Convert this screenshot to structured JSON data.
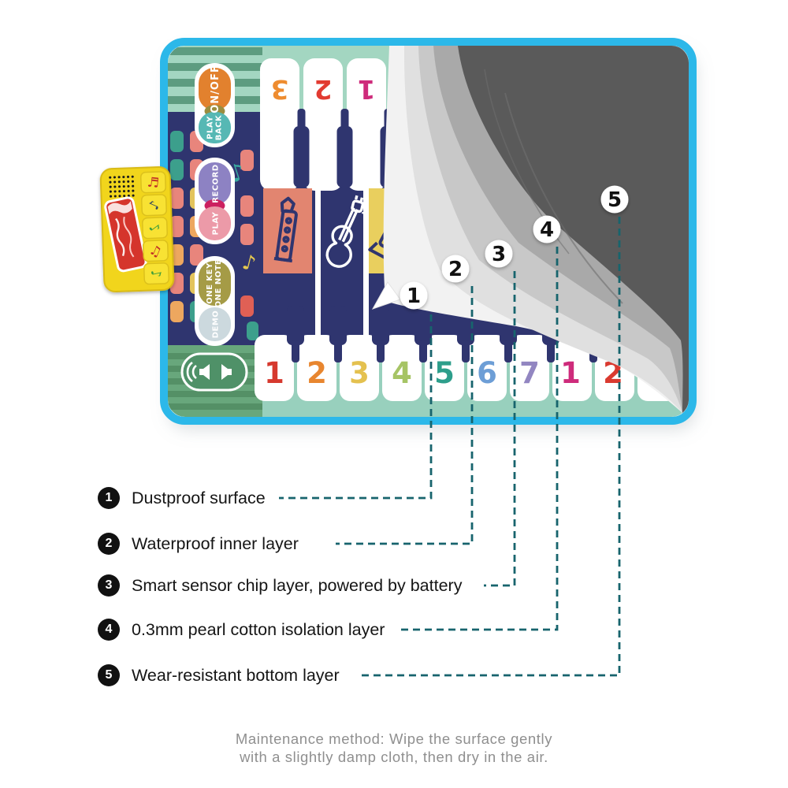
{
  "mat": {
    "controls": {
      "on_off": "ON/OFF",
      "play_back": [
        "PLAY",
        "BACK"
      ],
      "play_record": [
        "RECORD",
        "PLAY"
      ],
      "one_key_one_note": [
        "ONE KEY",
        "ONE NOTE"
      ],
      "demo": "DEMO"
    },
    "top_keys": [
      {
        "label": "3",
        "color": "#ee8c2f"
      },
      {
        "label": "2",
        "color": "#e23b31"
      },
      {
        "label": "1",
        "color": "#ce2b7b"
      }
    ],
    "bottom_keys": [
      {
        "label": "1",
        "color": "#d6392e"
      },
      {
        "label": "2",
        "color": "#e8862f"
      },
      {
        "label": "3",
        "color": "#e4c14f"
      },
      {
        "label": "4",
        "color": "#a6c465"
      },
      {
        "label": "5",
        "color": "#2d9e8b"
      },
      {
        "label": "6",
        "color": "#6d9ed6"
      },
      {
        "label": "7",
        "color": "#9286c1"
      },
      {
        "label": "1",
        "color": "#ce2b7b"
      },
      {
        "label": "2",
        "color": "#da3a30"
      }
    ]
  },
  "callouts": {
    "numbers": [
      "1",
      "2",
      "3",
      "4",
      "5"
    ]
  },
  "legend": {
    "items": [
      {
        "num": "1",
        "label": "Dustproof surface"
      },
      {
        "num": "2",
        "label": "Waterproof inner layer"
      },
      {
        "num": "3",
        "label": "Smart sensor chip layer, powered by battery"
      },
      {
        "num": "4",
        "label": "0.3mm pearl cotton isolation layer"
      },
      {
        "num": "5",
        "label": "Wear-resistant bottom layer"
      }
    ]
  },
  "maintenance": {
    "line1": "Maintenance method: Wipe the surface gently",
    "line2": "with a slightly damp cloth, then dry in the air."
  },
  "icons": {
    "note": "♪",
    "beamed_note": "♫",
    "double_note": "♬"
  },
  "colors": {
    "mat_border": "#2cb8e9",
    "connector_dash": "#17646d",
    "navy": "#2f356f",
    "header_green": "#a3d6c1",
    "stripe_green": "#5d9c80",
    "speaker_strip_green": "#68a77c",
    "key_base_teal": "#98d0bd",
    "layer_grays": [
      "#f2f2f2",
      "#e0e0e0",
      "#c8c8c8",
      "#a9a9a9",
      "#5a5a5a"
    ],
    "device_yellow": "#f1d51c",
    "sticker_red": "#d5352c"
  }
}
